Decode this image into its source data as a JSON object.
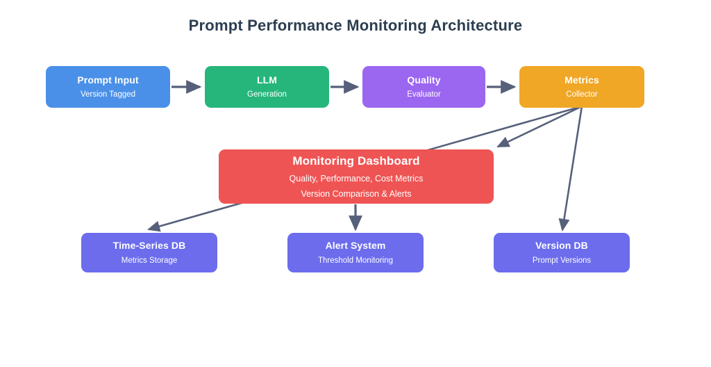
{
  "title": "Prompt Performance Monitoring Architecture",
  "colors": {
    "title_text": "#2c3e50",
    "prompt_input": "#4a90e8",
    "llm": "#26b67c",
    "quality": "#9b66f0",
    "metrics": "#f0a726",
    "dashboard": "#ef5454",
    "database": "#6c6ced",
    "edge": "#56607a",
    "background": "#ffffff"
  },
  "nodes": {
    "prompt_input": {
      "title": "Prompt Input",
      "subtitle": "Version Tagged"
    },
    "llm": {
      "title": "LLM",
      "subtitle": "Generation"
    },
    "quality": {
      "title": "Quality",
      "subtitle": "Evaluator"
    },
    "metrics": {
      "title": "Metrics",
      "subtitle": "Collector"
    },
    "dashboard": {
      "title": "Monitoring Dashboard",
      "subtitle_1": "Quality, Performance, Cost Metrics",
      "subtitle_2": "Version Comparison & Alerts"
    },
    "timeseries_db": {
      "title": "Time-Series DB",
      "subtitle": "Metrics Storage"
    },
    "alert_system": {
      "title": "Alert System",
      "subtitle": "Threshold Monitoring"
    },
    "version_db": {
      "title": "Version DB",
      "subtitle": "Prompt Versions"
    }
  },
  "edges": [
    {
      "from": "prompt_input",
      "to": "llm"
    },
    {
      "from": "llm",
      "to": "quality"
    },
    {
      "from": "quality",
      "to": "metrics"
    },
    {
      "from": "metrics",
      "to": "dashboard"
    },
    {
      "from": "metrics",
      "to": "timeseries_db"
    },
    {
      "from": "metrics",
      "to": "version_db"
    },
    {
      "from": "dashboard",
      "to": "alert_system"
    }
  ]
}
